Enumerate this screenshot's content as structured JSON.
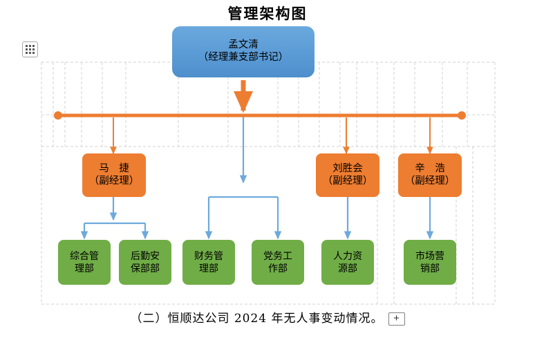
{
  "document": {
    "title": "管理架构图",
    "caption_text": "（二）恒顺达公司 2024 年无人事变动情况。",
    "add_button_label": "+"
  },
  "colors": {
    "ceo_fill": "#5B9BD5",
    "vp_fill": "#ED7D31",
    "dept_fill": "#70AD47",
    "orange_connector": "#ED7D31",
    "blue_connector": "#6EA9DC",
    "grid_line": "#D0D0D0",
    "text": "#000000"
  },
  "icons": {
    "drag_handle": "drag-handle-icon",
    "add": "plus-icon"
  },
  "chart": {
    "root": {
      "name": "孟文清",
      "role": "（经理兼支部书记）",
      "level": "ceo"
    },
    "managers": [
      {
        "name": "马　捷",
        "role": "（副经理）",
        "level": "vp",
        "departments": [
          "综合管理部",
          "后勤安保部部"
        ]
      },
      {
        "name": "刘胜会",
        "role": "（副经理）",
        "level": "vp",
        "departments": [
          "人力资源部"
        ]
      },
      {
        "name": "辛　浩",
        "role": "（副经理）",
        "level": "vp",
        "departments": [
          "市场营销部"
        ]
      }
    ],
    "direct_departments": [
      "财务管理部",
      "党务工作部"
    ],
    "boxes": {
      "ceo": {
        "line1": "孟文清",
        "line2": "（经理兼支部书记）"
      },
      "vp1": {
        "line1": "马　捷",
        "line2": "（副经理）"
      },
      "vp2": {
        "line1": "刘胜会",
        "line2": "（副经理）"
      },
      "vp3": {
        "line1": "辛　浩",
        "line2": "（副经理）"
      },
      "d1": {
        "line1": "综合管",
        "line2": "理部"
      },
      "d2": {
        "line1": "后勤安",
        "line2": "保部部"
      },
      "d3": {
        "line1": "财务管",
        "line2": "理部"
      },
      "d4": {
        "line1": "党务工",
        "line2": "作部"
      },
      "d5": {
        "line1": "人力资",
        "line2": "源部"
      },
      "d6": {
        "line1": "市场营",
        "line2": "销部"
      }
    }
  }
}
